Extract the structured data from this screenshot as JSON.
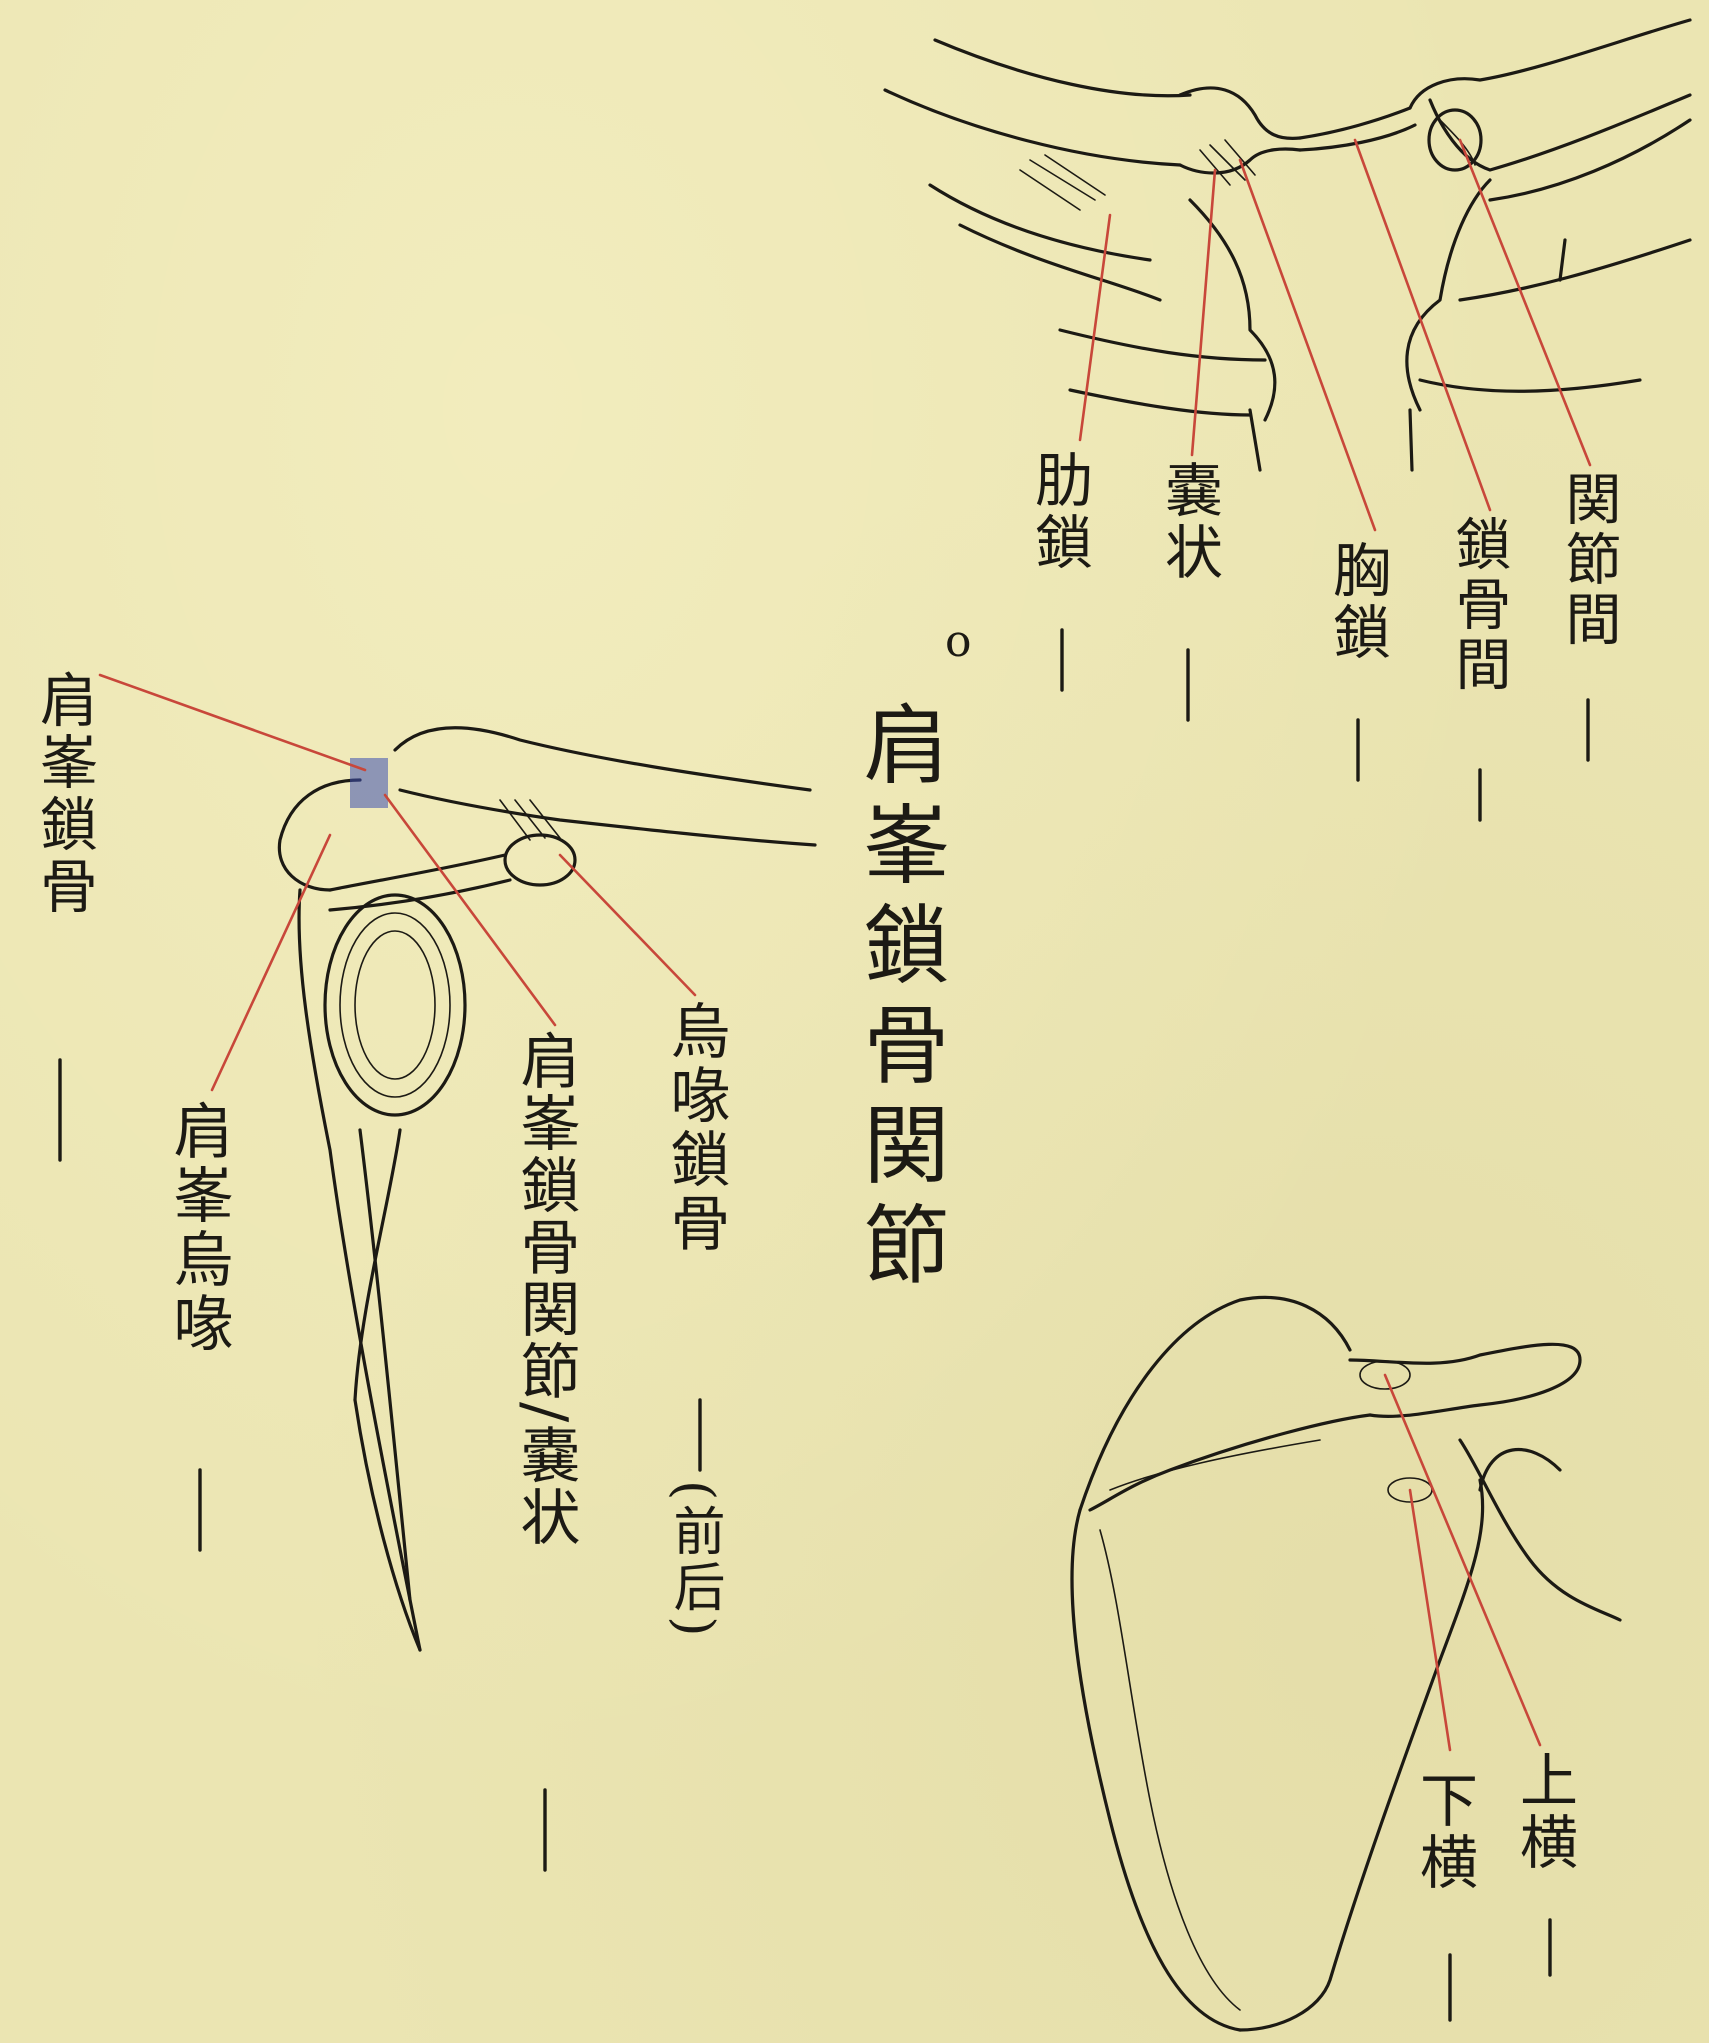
{
  "colors": {
    "paper": "#ebe5b2",
    "ink": "#1c1a14",
    "leader_lines": "#c8473a",
    "ligament_tint": "#3d4fb0"
  },
  "title": {
    "marker": "o",
    "text": "肩峯鎖骨関節"
  },
  "figure_top": {
    "labels": {
      "costoclavicular": "肋鎖",
      "capsule": "嚢状",
      "sternoclavicular": "胸鎖",
      "interclavicular": "鎖骨間",
      "intra_articular": "関節間"
    }
  },
  "figure_left": {
    "labels": {
      "acromioclavicular_ligament": "肩峯鎖骨",
      "coracoacromial": "肩峯烏喙",
      "ac_joint_capsule": "肩峯鎖骨関節/嚢状",
      "coracoclavicular": "烏喙鎖骨",
      "coracoclavicular_note": "(前后)"
    }
  },
  "figure_bottom": {
    "labels": {
      "superior_transverse": "上横",
      "inferior_transverse": "下横"
    }
  }
}
